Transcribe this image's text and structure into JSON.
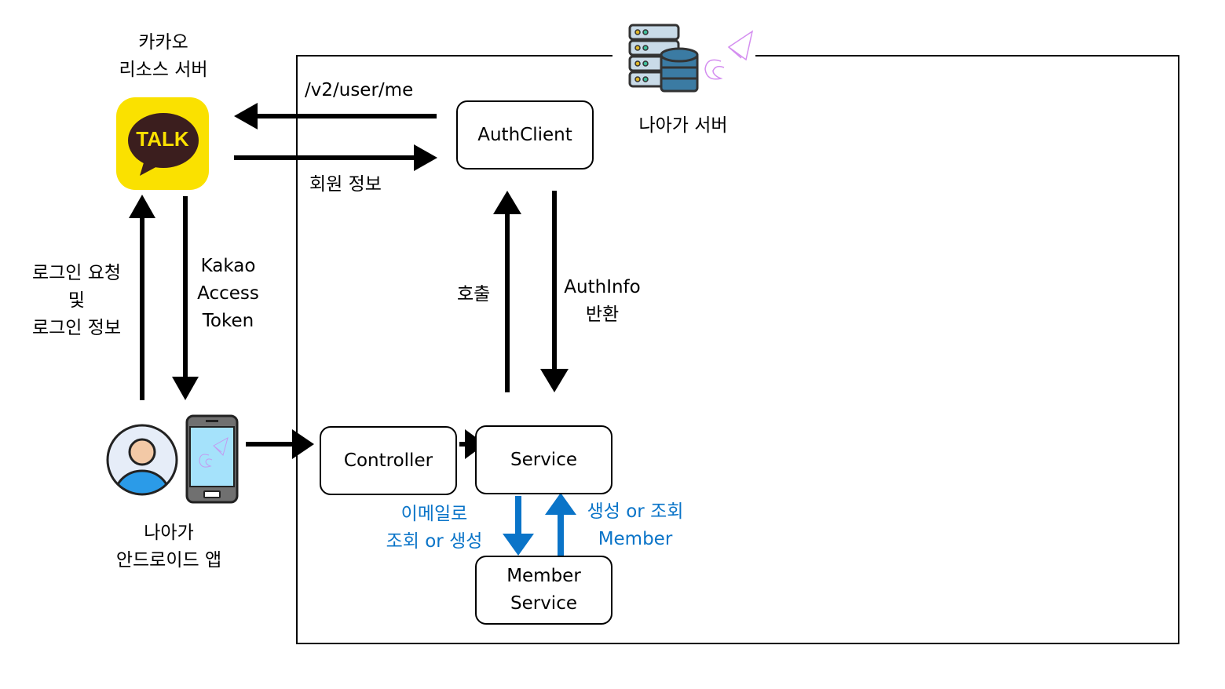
{
  "diagram": {
    "kakao_server": {
      "label_line1": "카카오",
      "label_line2": "리소스 서버",
      "icon_text": "TALK",
      "icon_name": "kakaotalk-icon",
      "colors": {
        "background": "#fae100",
        "bubble": "#3b1e1e",
        "text": "#fae100"
      }
    },
    "naya_server": {
      "label": "나아가 서버",
      "icon_name": "server-database-icon"
    },
    "android_app": {
      "label_line1": "나아가",
      "label_line2": "안드로이드 앱",
      "user_icon": "user-avatar-icon",
      "phone_icon": "smartphone-icon"
    },
    "components": {
      "auth_client": "AuthClient",
      "controller": "Controller",
      "service": "Service",
      "member_service": "Member\nService"
    },
    "edges": {
      "v2_user_me": "/v2/user/me",
      "member_info": "회원 정보",
      "login_request": "로그인 요청\n및\n로그인 정보",
      "kakao_token": "Kakao\nAccess\nToken",
      "call": "호출",
      "authinfo_return": "AuthInfo\n반환",
      "lookup_by_email": "이메일로\n조회 or 생성",
      "create_or_lookup_member": "생성 or 조회\nMember"
    },
    "colors": {
      "arrow": "#000000",
      "member_arrow": "#0a74c8",
      "label_blue": "#0a74c8"
    }
  }
}
